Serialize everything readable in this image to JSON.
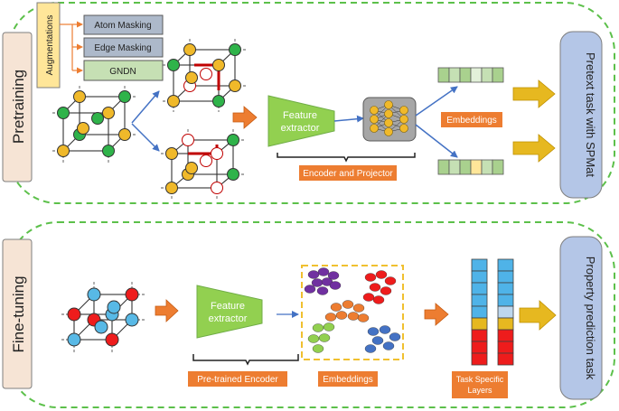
{
  "pretraining": {
    "label": "Pretraining",
    "augmentations_label": "Augmentations",
    "augmentations": [
      "Atom Masking",
      "Edge Masking",
      "GNDN"
    ],
    "feature_extractor": [
      "Feature",
      "extractor"
    ],
    "encoder_label": "Encoder and Projector",
    "embeddings_label": "Embeddings",
    "task_label": "Pretext task with SPMat"
  },
  "finetuning": {
    "label": "Fine-tuning",
    "feature_extractor": [
      "Feature",
      "extractor"
    ],
    "encoder_label": "Pre-trained Encoder",
    "embeddings_label": "Embeddings",
    "task_layers_label": [
      "Task Specific",
      "Layers"
    ],
    "task_label": "Property prediction task"
  },
  "colors": {
    "dash_border": "#5cc04a",
    "side_label_bg": "#f6e4d5",
    "orange_box": "#ed7d31",
    "feature_green": "#92d050",
    "gold_arrow": "#e6b820",
    "task_box": "#b4c6e7",
    "aug_gray": "#adb9ca",
    "aug_green": "#c6e0b4",
    "aug_yellow": "#ffe699"
  }
}
